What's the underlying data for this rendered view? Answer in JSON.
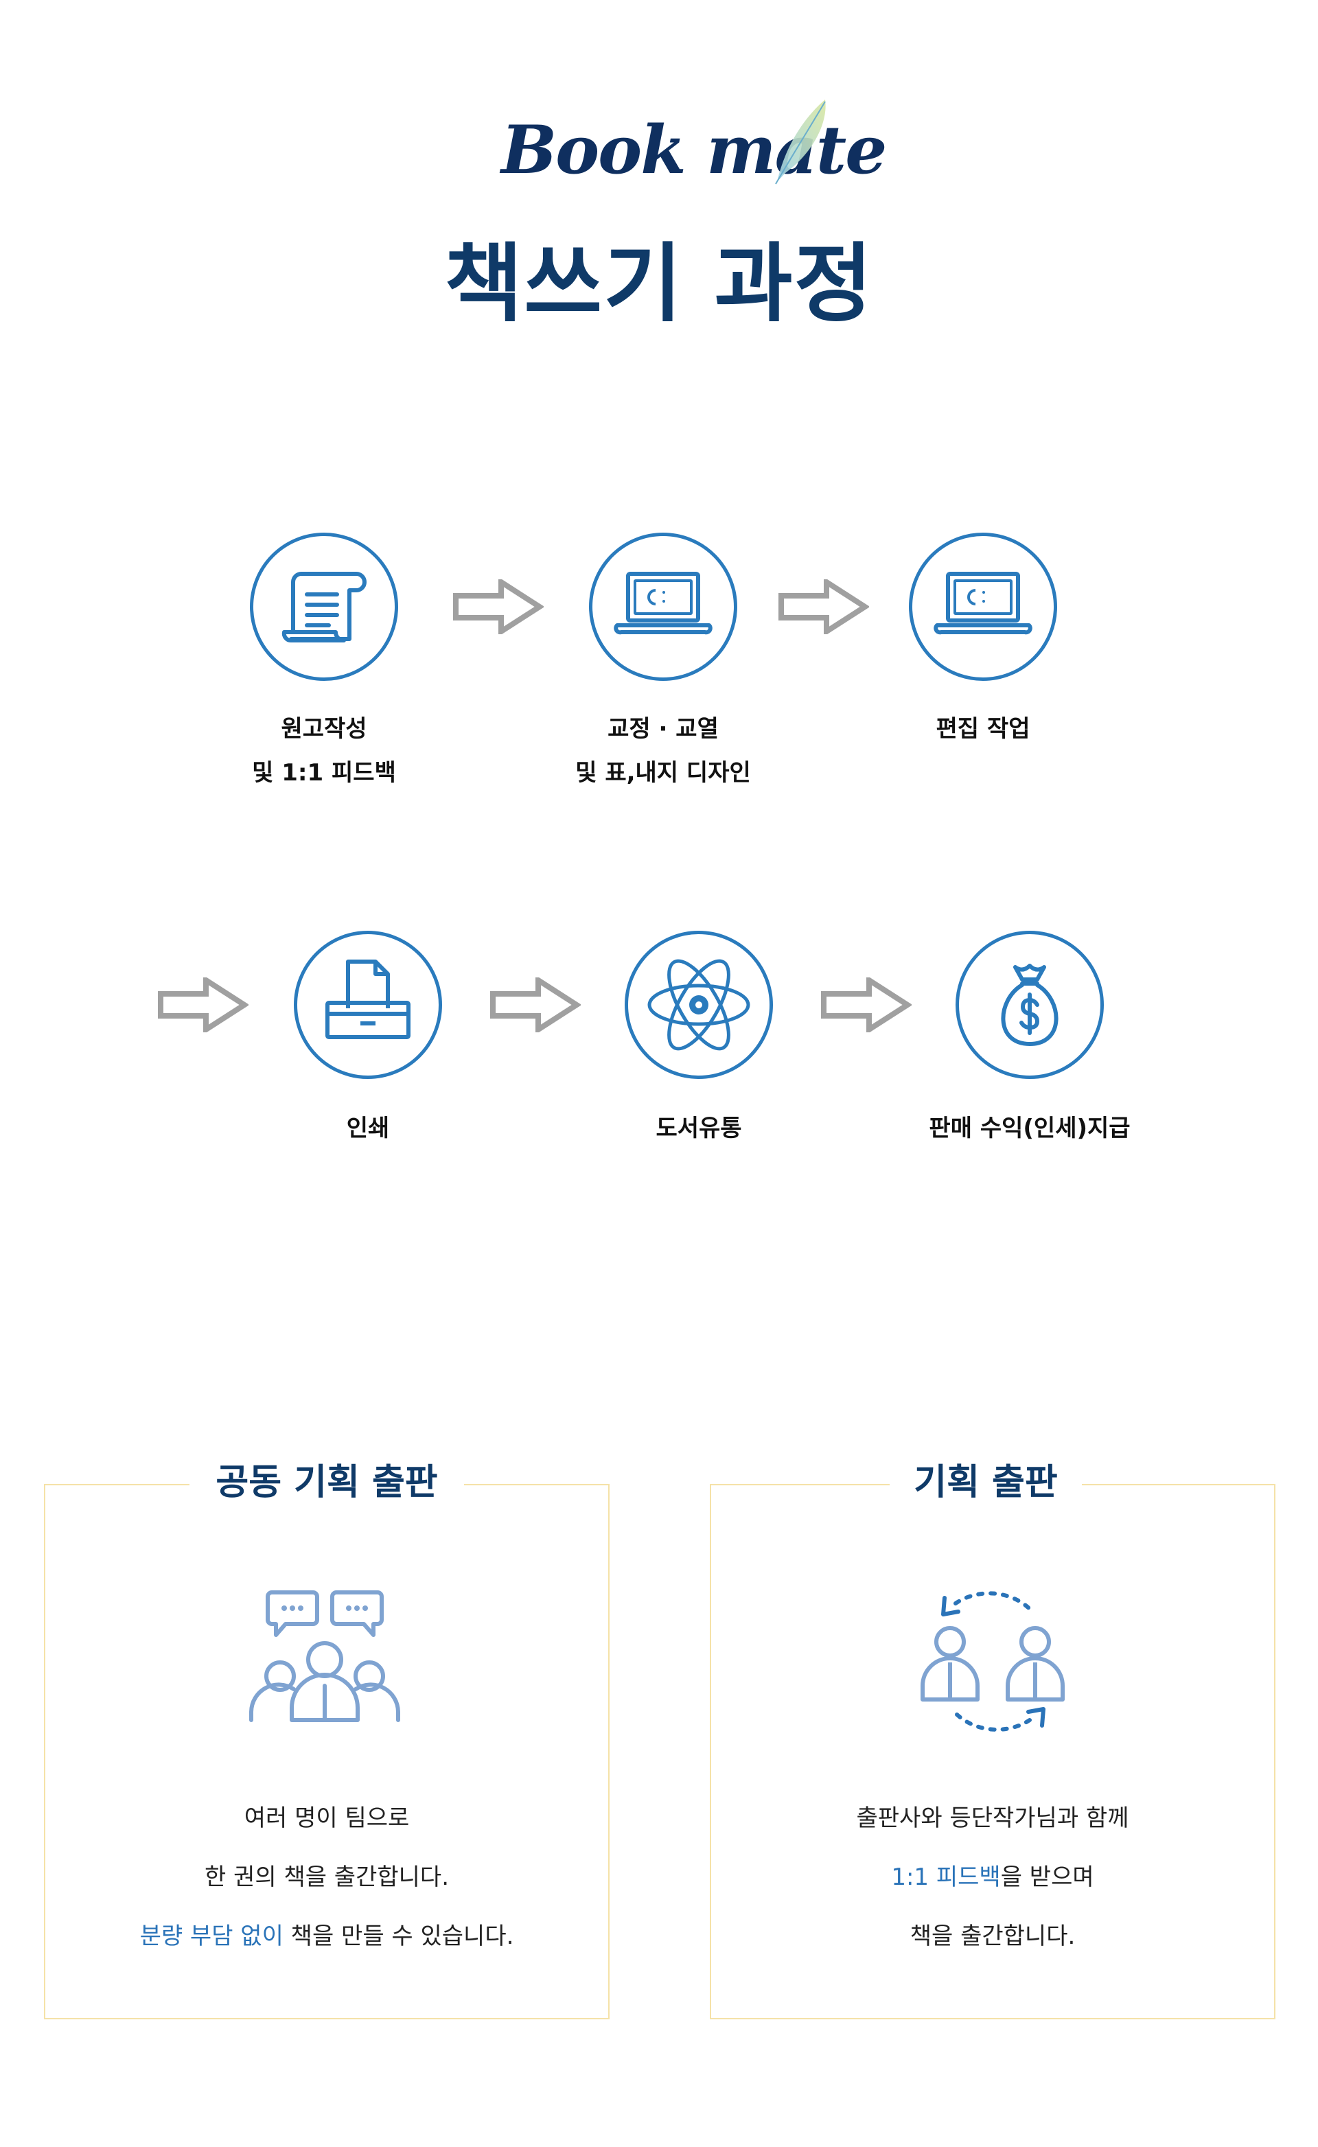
{
  "brand": {
    "logo_text": "Book mate"
  },
  "page": {
    "title": "책쓰기 과정"
  },
  "steps": [
    {
      "line1": "원고작성",
      "line2": "및 1:1 피드백",
      "icon": "scroll-icon"
    },
    {
      "line1": "교정 · 교열",
      "line2": "및 표,내지 디자인",
      "icon": "laptop-icon"
    },
    {
      "line1": "편집 작업",
      "line2": "",
      "icon": "laptop-icon"
    },
    {
      "line1": "인쇄",
      "line2": "",
      "icon": "printer-icon"
    },
    {
      "line1": "도서유통",
      "line2": "",
      "icon": "atom-icon"
    },
    {
      "line1": "판매 수익(인세)지급",
      "line2": "",
      "icon": "money-bag-icon"
    }
  ],
  "co_publish": {
    "title": "공동 기획 출판",
    "icon": "group-chat-icon",
    "line1": "여러 명이 팀으로",
    "line2": "한 권의 책을 출간합니다.",
    "line3_highlight": "분량 부담 없이",
    "line3_rest": " 책을 만들 수 있습니다."
  },
  "plan_publish": {
    "title": "기획 출판",
    "icon": "two-person-exchange-icon",
    "line1": "출판사와 등단작가님과 함께",
    "line2_highlight": "1:1 피드백",
    "line2_rest": "을 받으며",
    "line3": "책을 출간합니다."
  },
  "colors": {
    "title_navy": "#0f3a68",
    "icon_blue": "#2a7bbd",
    "arrow_gray": "#a0a0a0",
    "box_border": "#f5e2a8",
    "icon_light_blue": "#7fa3d1",
    "highlight_blue": "#2a73b8"
  }
}
